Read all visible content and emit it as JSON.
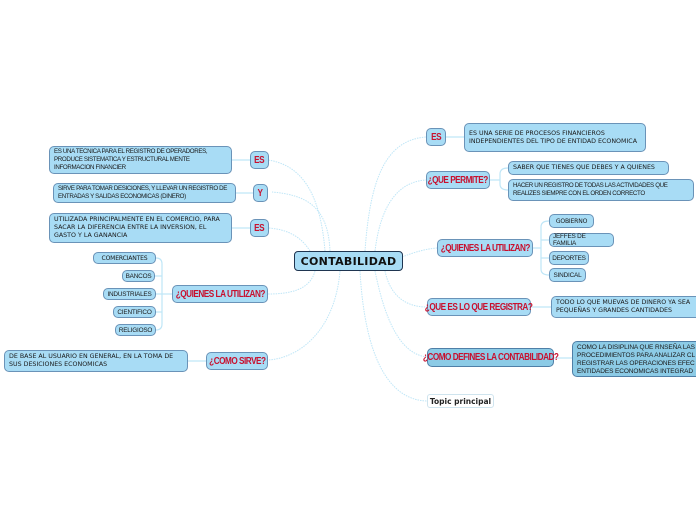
{
  "central": {
    "label": "CONTABILIDAD"
  },
  "left": {
    "es1": {
      "label": "ES",
      "detail": "ES UNA TECNICA PARA EL REGISTRO DE OPERADORES, PRODUCE SISTEMATICA Y ESTRUCTURAL MENTE INFORMACION FINANCIER"
    },
    "y": {
      "label": "Y",
      "detail": "SIRVE PARA TOMAR DESICIONES, Y LLEVAR UN REGISTRO DE ENTRADAS Y SALIDAS ECONOMICAS (DINERO)"
    },
    "es2": {
      "label": "ES",
      "detail": "UTILIZADA PRINCIPALMENTE EN EL COMERCIO, PARA SACAR LA DIFERENCIA ENTRE LA INVERSION, EL GASTO Y LA GANANCIA"
    },
    "quienes": {
      "label": "¿QUIENES LA UTILIZAN?",
      "items": [
        "COMERCIANTES",
        "BANCOS",
        "INDUSTRIALES",
        "CIENTIFICO",
        "RELIGIOSO"
      ]
    },
    "como_sirve": {
      "label": "¿COMO SIRVE?",
      "detail": "DE BASE AL USUARIO EN GENERAL, EN LA TOMA DE SUS DESICIONES ECONOMICAS"
    }
  },
  "right": {
    "es": {
      "label": "ES",
      "detail": "ES UNA SERIE DE PROCESOS FINANCIEROS INDEPENDIENTES DEL TIPO DE ENTIDAD ECONOMICA"
    },
    "permite": {
      "label": "¿QUE PERMITE?",
      "items": [
        "SABER QUE TIENES QUE DEBES Y A QUIENES",
        "HACER UN REGISTRO DE TODAS LAS ACTIVIDADES QUE REALIZES SIEMPRE CON EL ORDEN CORRECTO"
      ]
    },
    "quienes": {
      "label": "¿QUIENES LA UTILIZAN?",
      "items": [
        "GOBIERNO",
        "JEFFES DE FAMILIA",
        "DEPORTES",
        "SINDICAL"
      ]
    },
    "registra": {
      "label": "¿QUE ES LO QUE REGISTRA?",
      "detail": "TODO LO QUE MUEVAS DE DINERO YA SEA PEQUEÑAS Y GRANDES CANTIDADES"
    },
    "define": {
      "label": "¿COMO DEFINES LA CONTABILIDAD?",
      "detail": "COMO LA DISIPLINA QUE RNSEÑA LAS PROCEDIMIENTOS PARA ANALIZAR CL REGISTRAR LAS OPERACIONES EFEC ENTIDADES ECONOMICAS INTEGRAD"
    },
    "topic": {
      "label": "Topic principal"
    }
  },
  "colors": {
    "node_fill": "#a8dcf5",
    "node_selected": "#8ccbe6",
    "node_border": "#6a93b8",
    "label_red": "#c8102e",
    "link": "#bfe6f7"
  }
}
